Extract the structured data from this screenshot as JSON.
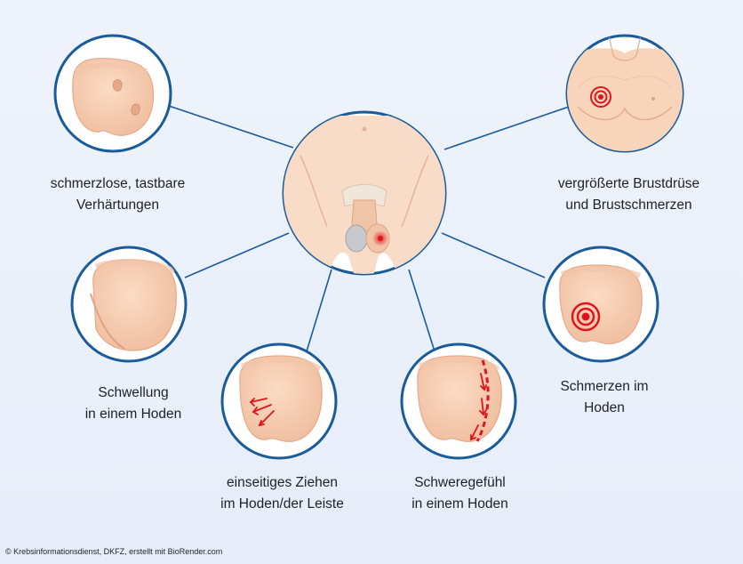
{
  "labels": {
    "hardening": [
      "schmerzlose, tastbare",
      "Verhärtungen"
    ],
    "breast": [
      "vergrößerte Brustdrüse",
      "und Brustschmerzen"
    ],
    "swelling": [
      "Schwellung",
      "in einem Hoden"
    ],
    "pain": [
      "Schmerzen im",
      "Hoden"
    ],
    "pulling": [
      "einseitiges Ziehen",
      "im Hoden/der Leiste"
    ],
    "heaviness": [
      "Schweregefühl",
      "in einem Hoden"
    ]
  },
  "credit": "© Krebsinformationsdienst, DKFZ, erstellt mit BioRender.com",
  "colors": {
    "ring": "#1a5b9a",
    "skin": "#f6cfb3",
    "skin_dark": "#eab093",
    "pain_red": "#e0141c",
    "connector": "#1a5b9a"
  },
  "icons": [
    "lump-icon",
    "breast-pain-icon",
    "swelling-icon",
    "pain-target-icon",
    "pulling-arrows-icon",
    "heaviness-arrow-icon"
  ]
}
